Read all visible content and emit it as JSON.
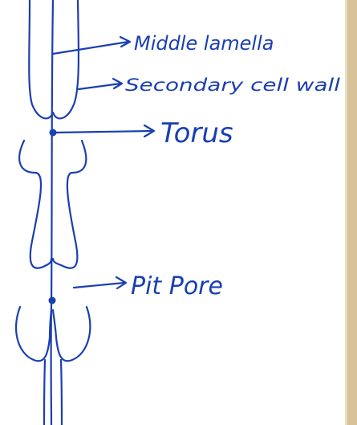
{
  "diagram": {
    "ink_color": "#1a3fb0",
    "border_color": "#d8c29a",
    "labels": {
      "middle_lamella": "Middle lamella",
      "secondary_cell_wall": "Secondary cell wall",
      "torus": "Torus",
      "pit_pore": "Pit Pore"
    }
  }
}
